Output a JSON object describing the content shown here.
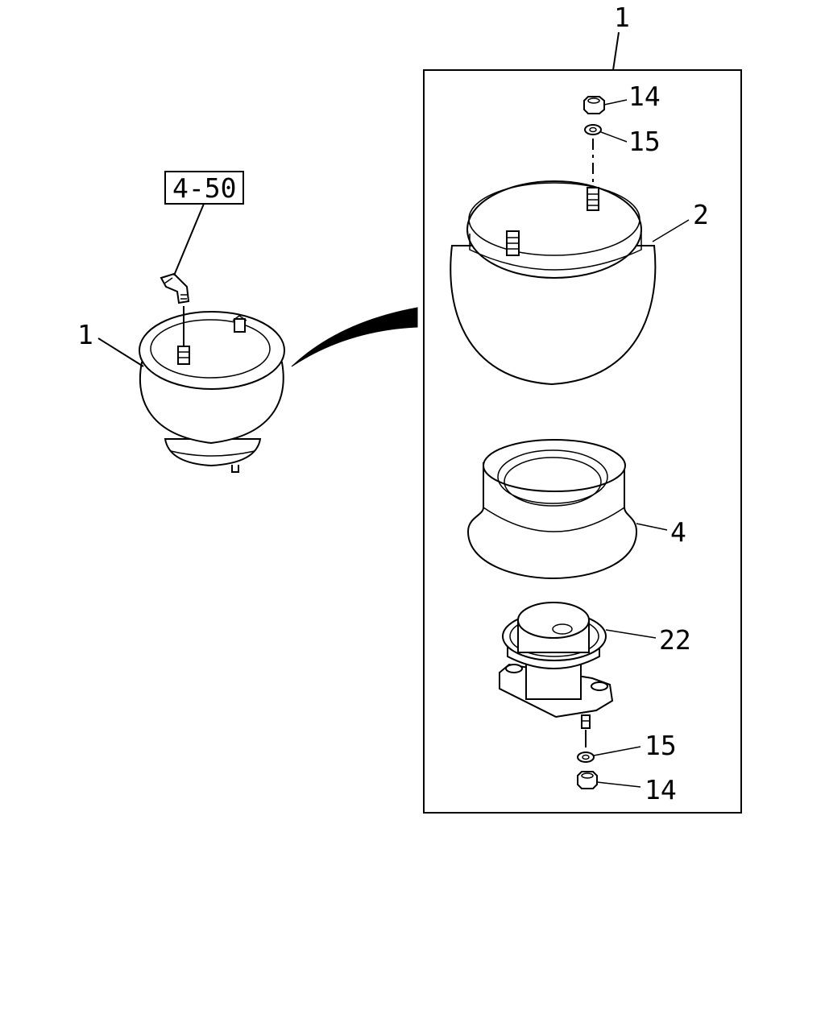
{
  "diagram": {
    "labels": {
      "assembly_top": "1",
      "assembly_left": "1",
      "ref_box": "4-50",
      "nut_top": "14",
      "washer_top": "15",
      "bellows": "2",
      "piston_ring": "4",
      "base_mount": "22",
      "washer_bottom": "15",
      "nut_bottom": "14"
    }
  }
}
